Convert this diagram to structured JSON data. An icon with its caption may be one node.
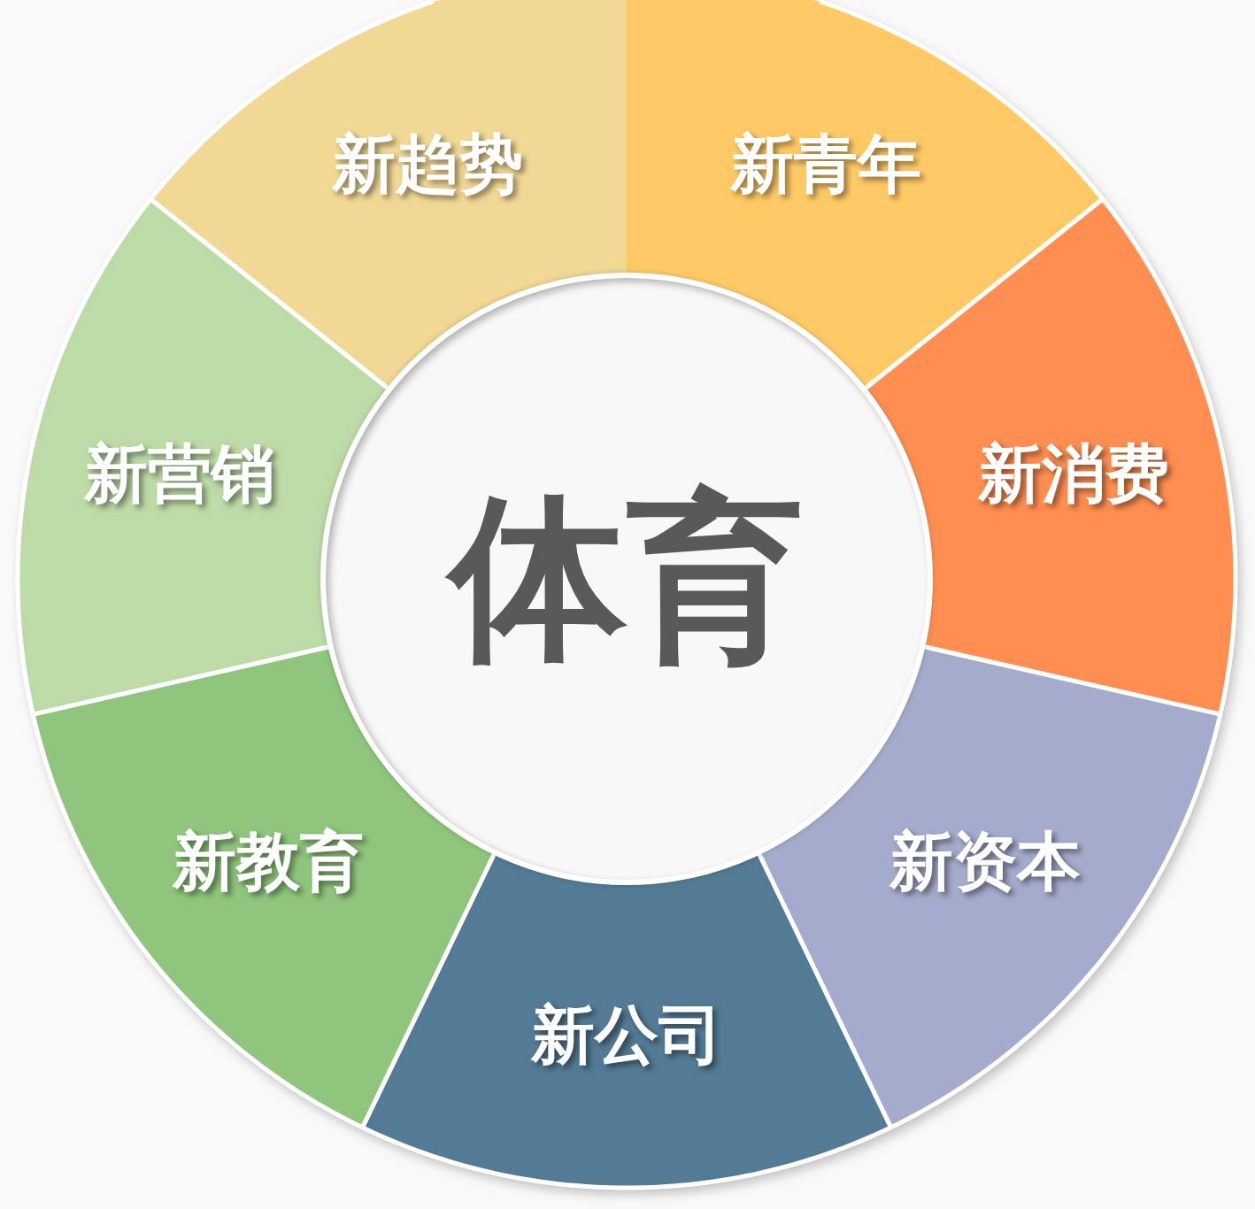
{
  "diagram": {
    "nodes": [
      {
        "text": [
          "体育"
        ]
      },
      {
        "text": [
          "新趋势"
        ]
      },
      {
        "text": [
          "新青年"
        ]
      },
      {
        "text": [
          "新消费"
        ]
      },
      {
        "text": [
          "新资本"
        ]
      },
      {
        "text": [
          "新公司"
        ]
      },
      {
        "text": [
          "新教育"
        ]
      },
      {
        "text": [
          "新营销"
        ]
      }
    ]
  }
}
